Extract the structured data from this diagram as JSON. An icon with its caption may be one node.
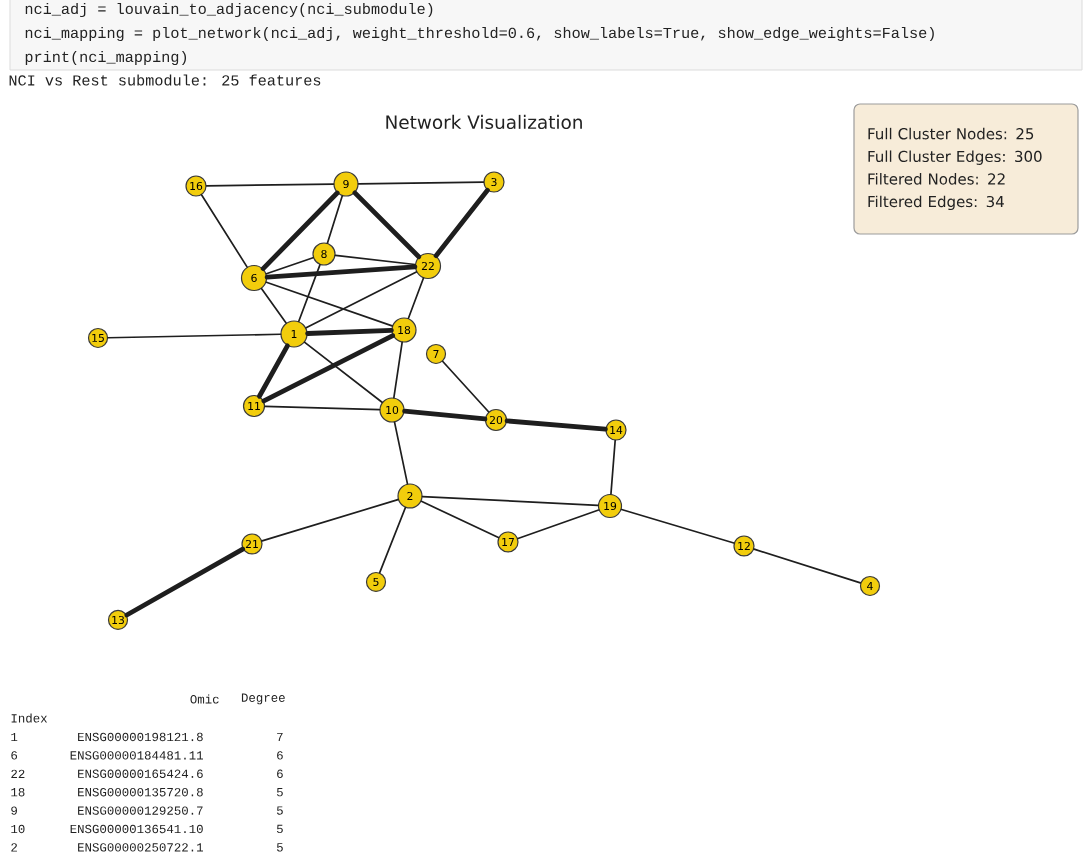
{
  "diagram": {
    "title": "Network Visualization",
    "nodes": [
      {
        "text": [
          "16"
        ]
      },
      {
        "text": [
          "9"
        ]
      },
      {
        "text": [
          "3"
        ]
      },
      {
        "text": [
          "8"
        ]
      },
      {
        "text": [
          "6"
        ]
      },
      {
        "text": [
          "22"
        ]
      },
      {
        "text": [
          "1"
        ]
      },
      {
        "text": [
          "18"
        ]
      },
      {
        "text": [
          "15"
        ]
      },
      {
        "text": [
          "7"
        ]
      },
      {
        "text": [
          "11"
        ]
      },
      {
        "text": [
          "10"
        ]
      },
      {
        "text": [
          "20"
        ]
      },
      {
        "text": [
          "14"
        ]
      },
      {
        "text": [
          "2"
        ]
      },
      {
        "text": [
          "19"
        ]
      },
      {
        "text": [
          "21"
        ]
      },
      {
        "text": [
          "17"
        ]
      },
      {
        "text": [
          "12"
        ]
      },
      {
        "text": [
          "5"
        ]
      },
      {
        "text": [
          "4"
        ]
      },
      {
        "text": [
          "13"
        ]
      },
      {
        "text": [
          "Full Cluster Nodes: 25",
          "Full Cluster Edges: 300",
          "Filtered Nodes: 22",
          "Filtered Edges: 34"
        ]
      }
    ],
    "edges": [
      {
        "from": 0,
        "to": 1,
        "arrow": "none"
      },
      {
        "from": 1,
        "to": 2,
        "arrow": "none"
      },
      {
        "from": 0,
        "to": 4,
        "arrow": "none"
      },
      {
        "from": 1,
        "to": 4,
        "arrow": "none",
        "style": "thick"
      },
      {
        "from": 1,
        "to": 3,
        "arrow": "none"
      },
      {
        "from": 1,
        "to": 5,
        "arrow": "none",
        "style": "thick"
      },
      {
        "from": 2,
        "to": 5,
        "arrow": "none",
        "style": "thick"
      },
      {
        "from": 3,
        "to": 4,
        "arrow": "none"
      },
      {
        "from": 3,
        "to": 5,
        "arrow": "none"
      },
      {
        "from": 4,
        "to": 5,
        "arrow": "none",
        "style": "thick"
      },
      {
        "from": 3,
        "to": 6,
        "arrow": "none"
      },
      {
        "from": 4,
        "to": 6,
        "arrow": "none"
      },
      {
        "from": 4,
        "to": 7,
        "arrow": "none"
      },
      {
        "from": 5,
        "to": 6,
        "arrow": "none"
      },
      {
        "from": 5,
        "to": 7,
        "arrow": "none"
      },
      {
        "from": 8,
        "to": 6,
        "arrow": "none"
      },
      {
        "from": 6,
        "to": 7,
        "arrow": "none",
        "style": "thick"
      },
      {
        "from": 6,
        "to": 10,
        "arrow": "none",
        "style": "thick"
      },
      {
        "from": 6,
        "to": 11,
        "arrow": "none"
      },
      {
        "from": 7,
        "to": 10,
        "arrow": "none",
        "style": "thick"
      },
      {
        "from": 7,
        "to": 11,
        "arrow": "none"
      },
      {
        "from": 10,
        "to": 11,
        "arrow": "none"
      },
      {
        "from": 9,
        "to": 12,
        "arrow": "none"
      },
      {
        "from": 11,
        "to": 12,
        "arrow": "none",
        "style": "thick"
      },
      {
        "from": 12,
        "to": 13,
        "arrow": "none",
        "style": "thick"
      },
      {
        "from": 13,
        "to": 15,
        "arrow": "none"
      },
      {
        "from": 11,
        "to": 14,
        "arrow": "none"
      },
      {
        "from": 14,
        "to": 15,
        "arrow": "none"
      },
      {
        "from": 14,
        "to": 17,
        "arrow": "none"
      },
      {
        "from": 17,
        "to": 15,
        "arrow": "none"
      },
      {
        "from": 14,
        "to": 16,
        "arrow": "none"
      },
      {
        "from": 14,
        "to": 19,
        "arrow": "none"
      },
      {
        "from": 16,
        "to": 21,
        "arrow": "none",
        "style": "thick"
      },
      {
        "from": 15,
        "to": 18,
        "arrow": "none"
      },
      {
        "from": 18,
        "to": 20,
        "arrow": "none"
      }
    ],
    "labels": [
      "nci_adj = louvain_to_adjacency(nci_submodule)",
      "nci_mapping = plot_network(nci_adj, weight_threshold=0.6, show_labels=True, show_edge_weights=False)",
      "print(nci_mapping)",
      "NCI vs Rest submodule: 25 features",
      "Omic",
      "Degree",
      "Index",
      "1",
      "ENSG00000198121.8",
      "7",
      "6",
      "ENSG00000184481.11",
      "6",
      "22",
      "ENSG00000165424.6",
      "6",
      "18",
      "ENSG00000135720.8",
      "5",
      "9",
      "ENSG00000129250.7",
      "5",
      "10",
      "ENSG00000136541.10",
      "5",
      "2",
      "ENSG00000250722.1",
      "5"
    ]
  }
}
